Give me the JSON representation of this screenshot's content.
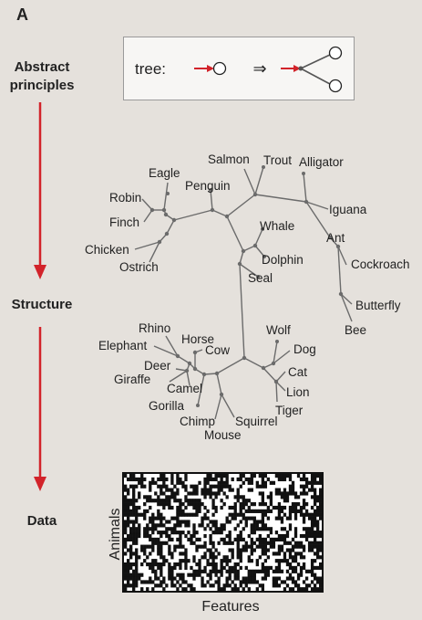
{
  "panel_letter": "A",
  "levels": {
    "abstract": "Abstract principles",
    "structure": "Structure",
    "data": "Data"
  },
  "principle": {
    "label": "tree:",
    "arrow_symbol": "⇒"
  },
  "tree_leaves": [
    "Salmon",
    "Trout",
    "Alligator",
    "Eagle",
    "Penguin",
    "Robin",
    "Iguana",
    "Whale",
    "Finch",
    "Ant",
    "Chicken",
    "Dolphin",
    "Ostrich",
    "Cockroach",
    "Seal",
    "Butterfly",
    "Rhino",
    "Wolf",
    "Bee",
    "Horse",
    "Elephant",
    "Cow",
    "Dog",
    "Deer",
    "Cat",
    "Giraffe",
    "Camel",
    "Lion",
    "Gorilla",
    "Tiger",
    "Chimp",
    "Squirrel",
    "Mouse"
  ],
  "matrix": {
    "xlabel": "Features",
    "ylabel": "Animals"
  },
  "colors": {
    "background": "#e5e1dc",
    "arrow": "#d2232a",
    "tree_line": "#6b6b6b"
  }
}
